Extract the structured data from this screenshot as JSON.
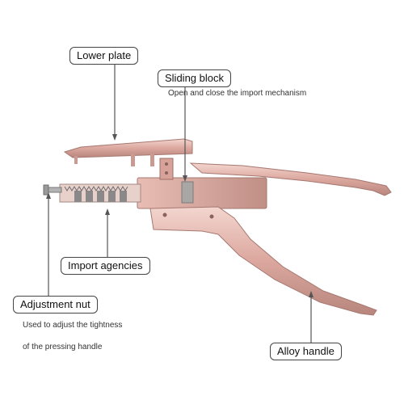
{
  "labels": {
    "lower_plate": "Lower plate",
    "sliding_block": "Sliding block",
    "sliding_block_desc": "Open and close the import mechanism",
    "import_agencies": "Import agencies",
    "adjustment_nut": "Adjustment nut",
    "adjustment_desc_line1": "Used to adjust the tightness",
    "adjustment_desc_line2": "of the pressing handle",
    "alloy_handle": "Alloy handle"
  },
  "icons": {
    "tool": "hair-extension-pliers-illustration"
  },
  "colors": {
    "metal_pink": "#d9a49a",
    "metal_pink_light": "#f0cfc7",
    "metal_pink_dark": "#b27d74",
    "box_border": "#444444",
    "leader_line": "#555555"
  }
}
